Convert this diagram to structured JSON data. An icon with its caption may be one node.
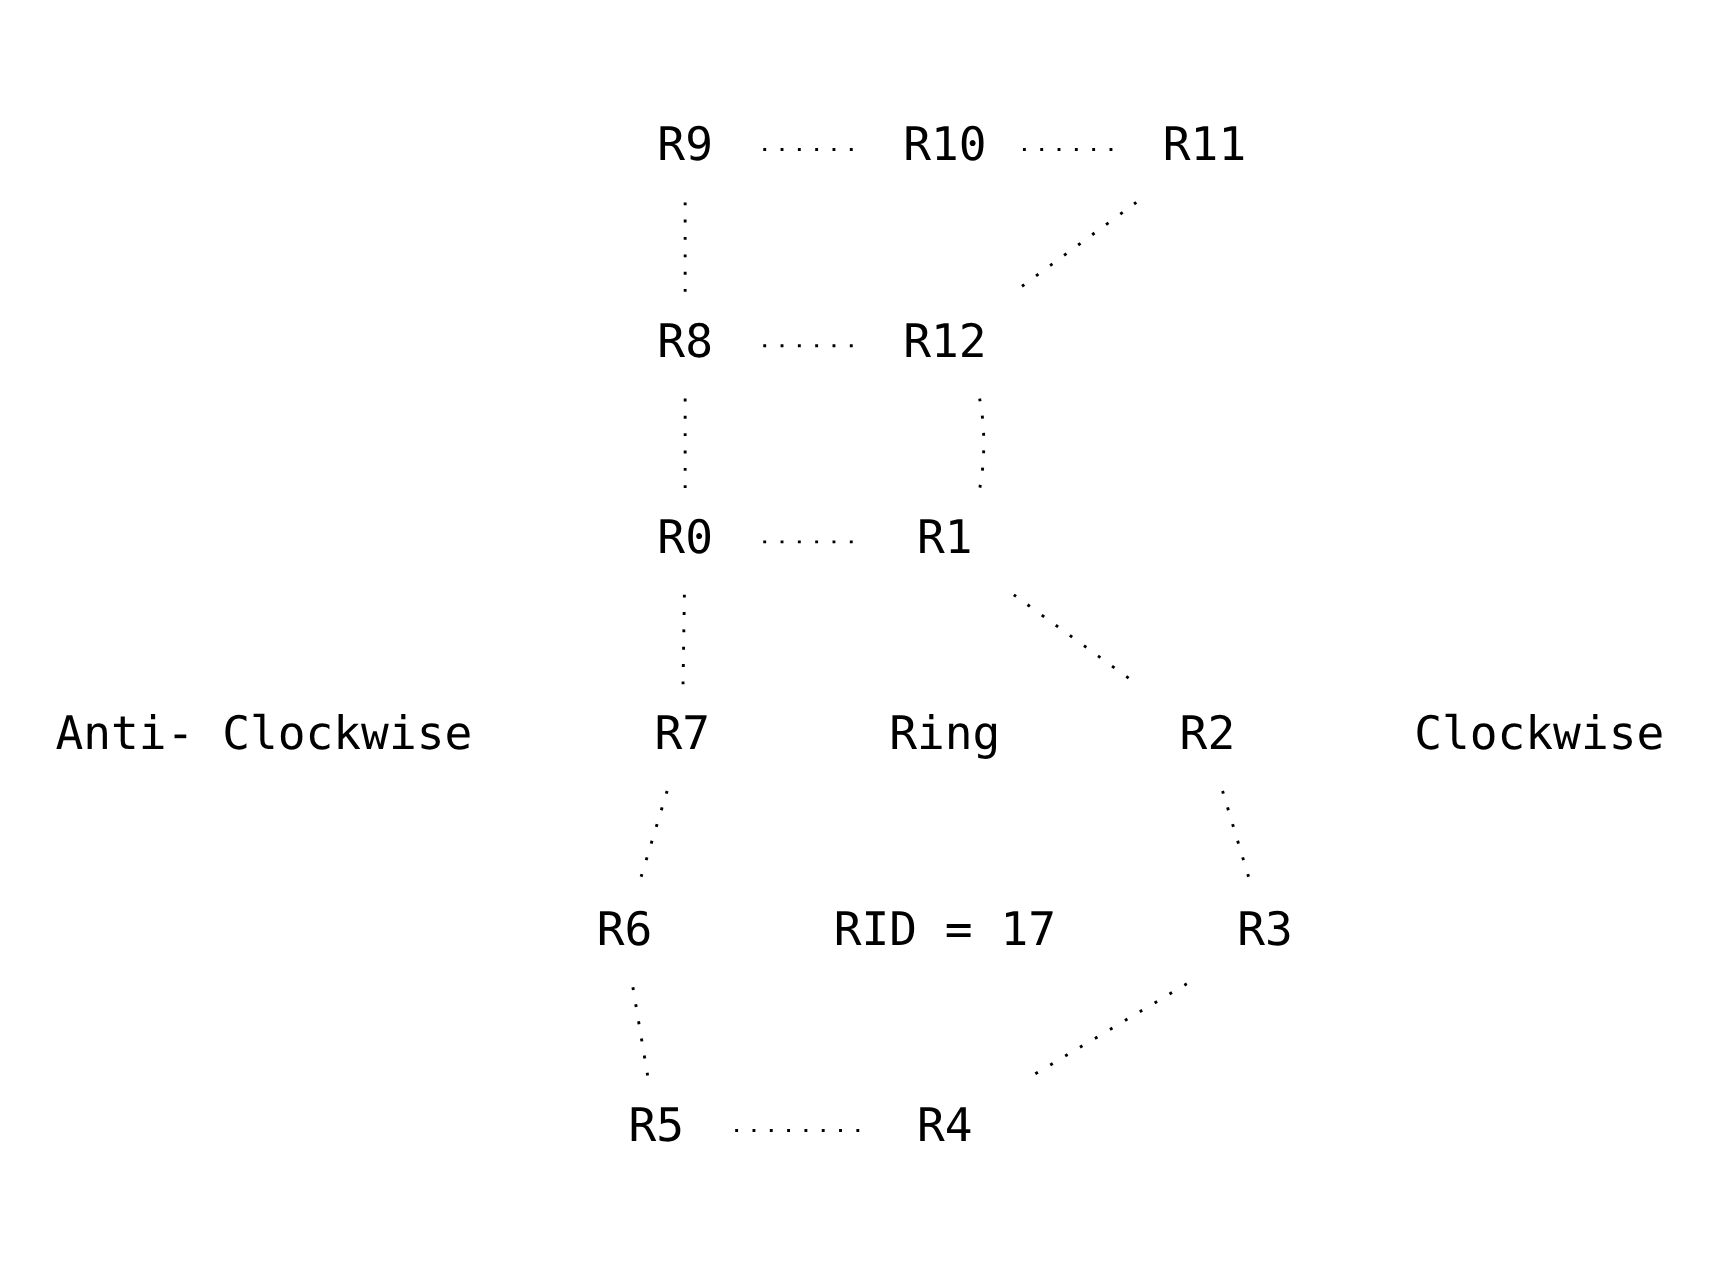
{
  "diagram": {
    "nodes": [
      {
        "text": [
          "R9"
        ]
      },
      {
        "text": [
          "R10"
        ]
      },
      {
        "text": [
          "R11"
        ]
      },
      {
        "text": [
          "R8"
        ]
      },
      {
        "text": [
          "R12"
        ]
      },
      {
        "text": [
          "R0"
        ]
      },
      {
        "text": [
          "R1"
        ]
      },
      {
        "text": [
          "R7"
        ]
      },
      {
        "text": [
          "R2"
        ]
      },
      {
        "text": [
          "R6"
        ]
      },
      {
        "text": [
          "R3"
        ]
      },
      {
        "text": [
          "R5"
        ]
      },
      {
        "text": [
          "R4"
        ]
      }
    ],
    "edges": [
      {
        "from": 0,
        "to": 1,
        "arrow": "none",
        "style": "dashed"
      },
      {
        "from": 1,
        "to": 2,
        "arrow": "none",
        "style": "dashed"
      },
      {
        "from": 0,
        "to": 3,
        "arrow": "none",
        "style": "dashed"
      },
      {
        "from": 2,
        "to": 4,
        "arrow": "none",
        "style": "dashed"
      },
      {
        "from": 3,
        "to": 4,
        "arrow": "none",
        "style": "dashed"
      },
      {
        "from": 3,
        "to": 5,
        "arrow": "none",
        "style": "dashed"
      },
      {
        "from": 4,
        "to": 6,
        "arrow": "none",
        "style": "dashed"
      },
      {
        "from": 5,
        "to": 6,
        "arrow": "none",
        "style": "dashed"
      },
      {
        "from": 5,
        "to": 7,
        "arrow": "none",
        "style": "dashed"
      },
      {
        "from": 6,
        "to": 8,
        "arrow": "none",
        "style": "dashed"
      },
      {
        "from": 7,
        "to": 9,
        "arrow": "none",
        "style": "dashed"
      },
      {
        "from": 8,
        "to": 10,
        "arrow": "none",
        "style": "dashed"
      },
      {
        "from": 9,
        "to": 11,
        "arrow": "none",
        "style": "dashed"
      },
      {
        "from": 10,
        "to": 12,
        "arrow": "none",
        "style": "dashed"
      },
      {
        "from": 11,
        "to": 12,
        "arrow": "none",
        "style": "dashed"
      }
    ],
    "labels": [
      "Anti- Clockwise",
      "Ring",
      "Clockwise",
      "RID = 17"
    ]
  }
}
